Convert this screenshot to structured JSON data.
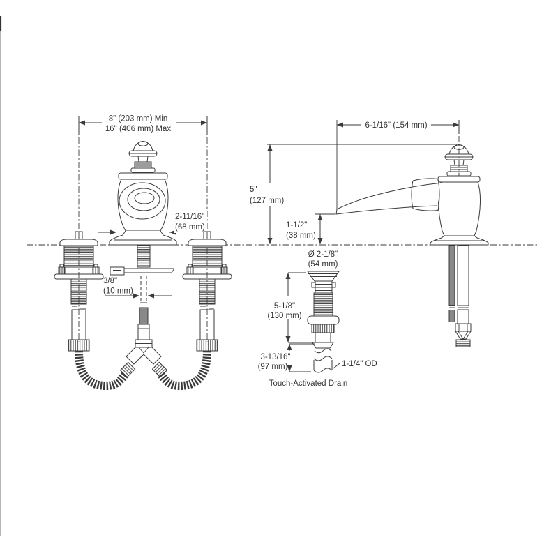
{
  "colors": {
    "line": "#3a3a3a",
    "text": "#333333",
    "background": "#ffffff"
  },
  "diagram": {
    "caption": "Touch-Activated Drain",
    "front_view": {
      "faucet_spread_min": "8\" (203 mm) Min",
      "faucet_spread_max": "16\" (406 mm) Max",
      "spout_base_width_in": "2-11/16\"",
      "spout_base_width_mm": "(68 mm)",
      "lift_rod_dia_in": "3/8\"",
      "lift_rod_dia_mm": "(10 mm)"
    },
    "side_view": {
      "spout_reach": "6-1/16\" (154 mm)",
      "spout_height_in": "5\"",
      "spout_height_mm": "(127 mm)",
      "outlet_height_in": "1-1/2\"",
      "outlet_height_mm": "(38 mm)"
    },
    "drain": {
      "flange_dia_in": "Ø 2-1/8\"",
      "flange_dia_mm": "(54 mm)",
      "body_length_in": "5-1/8\"",
      "body_length_mm": "(130 mm)",
      "tailpiece_length_in": "3-13/16\"",
      "tailpiece_length_mm": "(97 mm)",
      "tailpiece_od": "1-1/4\" OD"
    }
  }
}
